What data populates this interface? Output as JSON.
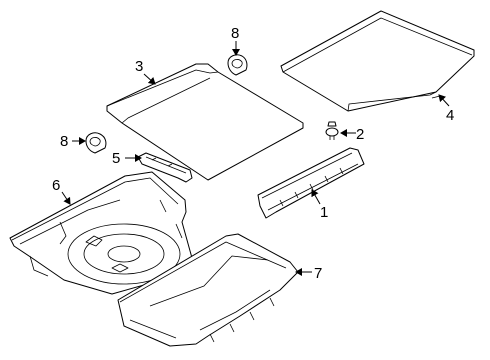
{
  "callouts": {
    "c1": "1",
    "c2": "2",
    "c3": "3",
    "c4": "4",
    "c5": "5",
    "c6": "6",
    "c7": "7",
    "c8_top": "8",
    "c8_left": "8"
  }
}
